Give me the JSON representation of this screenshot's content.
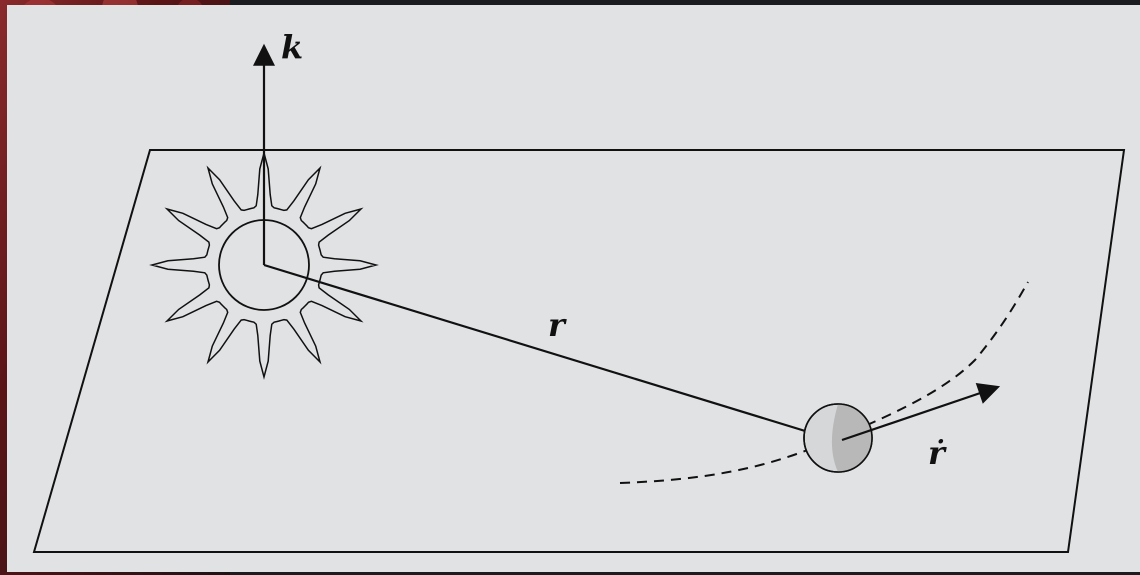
{
  "diagram": {
    "labels": {
      "axis_k": "k",
      "vector_r": "r",
      "velocity": "ṙ"
    },
    "colors": {
      "panel_background": "#e1e2e4",
      "ink": "#111111",
      "planet_shade": "#b8b8b8",
      "planet_fill": "#d6d7d9",
      "corner_image": "#7a1f22"
    }
  }
}
